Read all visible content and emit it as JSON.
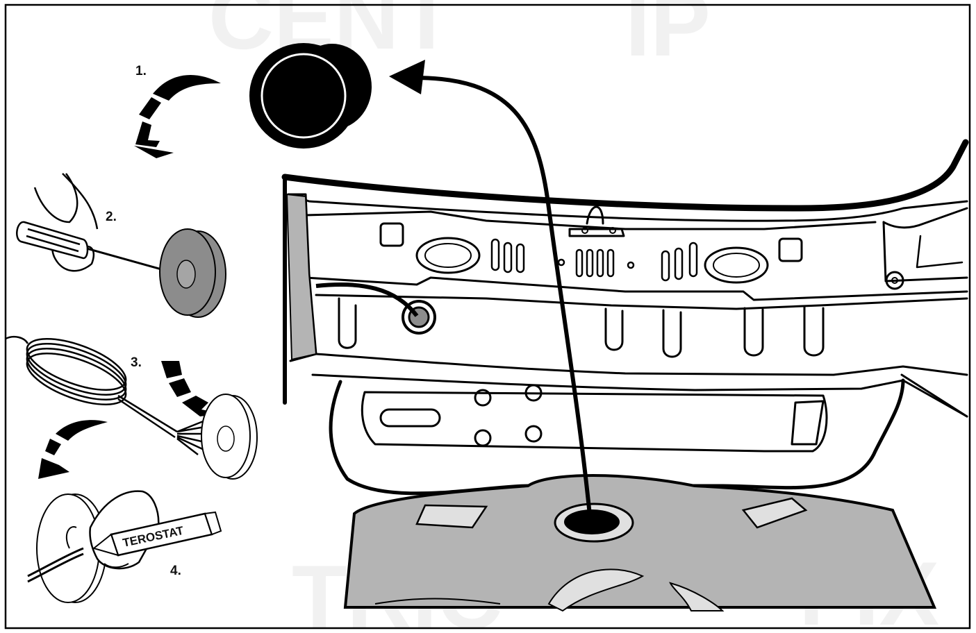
{
  "steps": {
    "step1": "1.",
    "step2": "2.",
    "step3": "3.",
    "step4": "4."
  },
  "product": {
    "label": "TEROSTAT"
  },
  "colors": {
    "ink": "#000000",
    "tank_fill": "#b4b4b4",
    "grommet_fill": "#8c8c8c",
    "highlight": "#e0e0e0"
  },
  "icons": {
    "plug": "rubber-plug-icon",
    "rotate": "curved-arrow-icon",
    "screwdriver": "screwdriver-icon",
    "cable": "cable-coil-icon",
    "sealant": "sealant-tube-icon"
  }
}
